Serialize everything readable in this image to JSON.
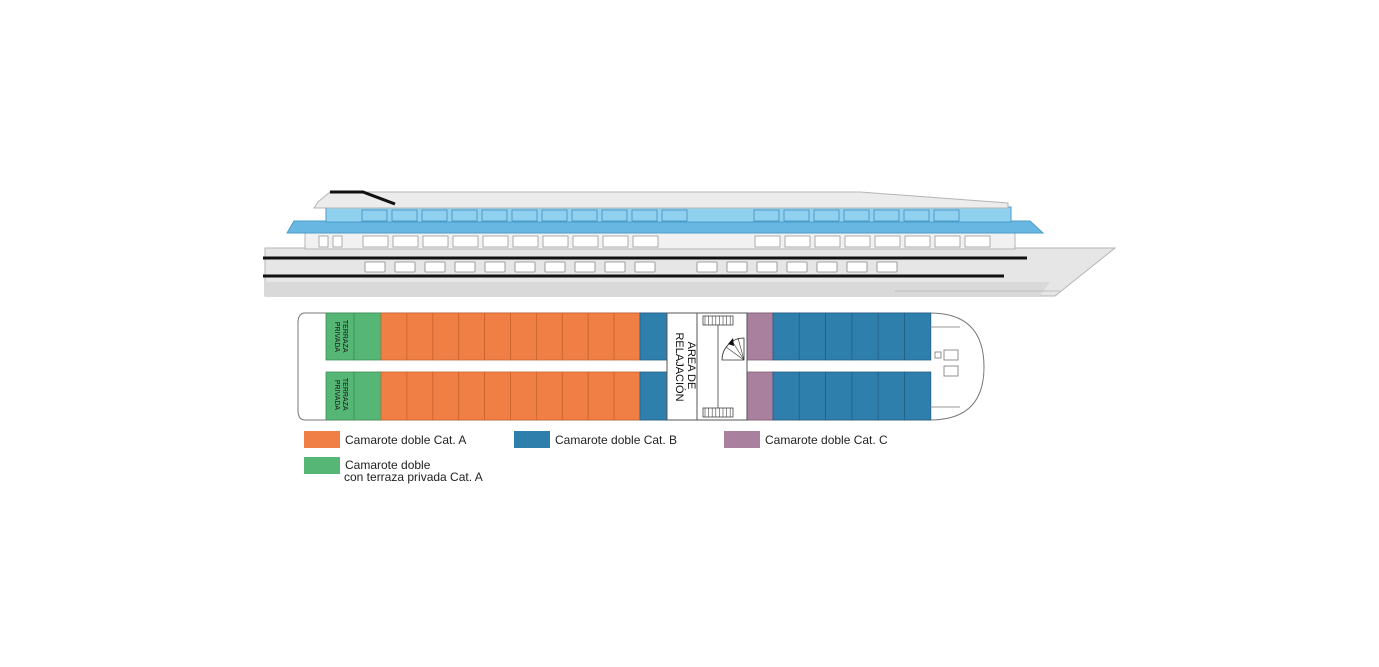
{
  "colors": {
    "cat_a": "#f07f45",
    "cat_b": "#2f7fad",
    "cat_c": "#a9809e",
    "cat_a_terrace": "#56b675",
    "hull_blue": "#8fd1ee",
    "deck_blue": "#67b7e2",
    "hull_grey": "#e2e2e2",
    "line_dark": "#111111"
  },
  "deck_labels": {
    "terrace_top": [
      "TERRAZA",
      "PRIVADA"
    ],
    "terrace_bottom": [
      "TERRAZA",
      "PRIVADA"
    ],
    "lounge": [
      "ÁREA DE",
      "RELAJACIÓN"
    ]
  },
  "legend": [
    {
      "key": "cat_a",
      "lines": [
        "Camarote doble Cat. A"
      ]
    },
    {
      "key": "cat_b",
      "lines": [
        "Camarote doble Cat. B"
      ]
    },
    {
      "key": "cat_c",
      "lines": [
        "Camarote doble Cat. C"
      ]
    },
    {
      "key": "cat_a_terrace",
      "lines": [
        "Camarote doble",
        "con terraza privada Cat. A"
      ]
    }
  ],
  "icons": {
    "stairs": "spiral-staircase-icon"
  }
}
